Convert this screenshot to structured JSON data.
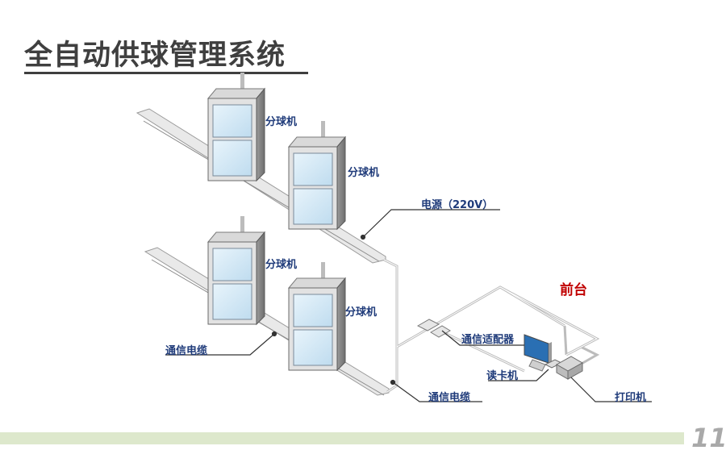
{
  "title": "全自动供球管理系统",
  "labels": {
    "dispenser_1": "分球机",
    "dispenser_2": "分球机",
    "dispenser_3": "分球机",
    "dispenser_4": "分球机",
    "power": "电源（220V）",
    "front_desk": "前台",
    "adapter": "通信适配器",
    "cable_left": "通信电缆",
    "cable_bottom": "通信电缆",
    "card_reader": "读卡机",
    "printer": "打印机"
  },
  "page_number": "11",
  "colors": {
    "title": "#3f3f3f",
    "label_blue": "#1f3b7a",
    "label_red": "#c00000",
    "footer_bar": "#dde8cc",
    "page_number": "#a9a9a9"
  }
}
